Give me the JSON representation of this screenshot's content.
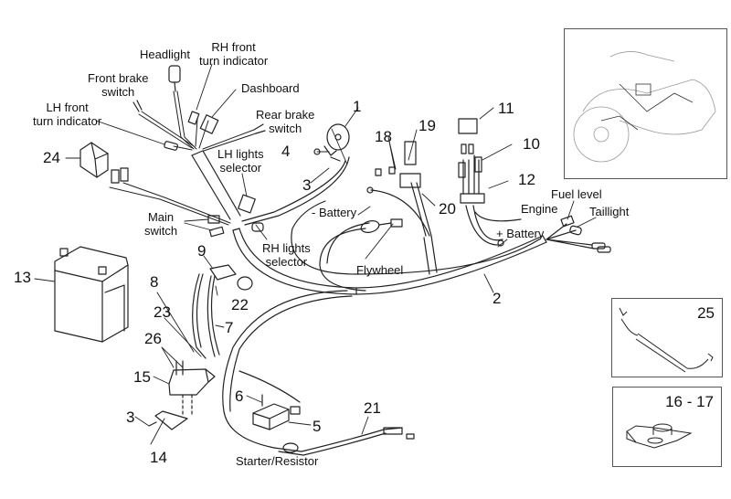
{
  "diagram": {
    "title": "Electrical system wiring harness - exploded parts view",
    "labels": {
      "headlight": "Headlight",
      "rh_front_turn": "RH front\nturn indicator",
      "front_brake": "Front brake\nswitch",
      "dashboard": "Dashboard",
      "lh_front_turn": "LH front\nturn indicator",
      "rear_brake": "Rear brake\nswitch",
      "lh_lights": "LH lights\nselector",
      "main_switch": "Main\nswitch",
      "rh_lights": "RH lights\nselector",
      "minus_battery": "- Battery",
      "flywheel": "Flywheel",
      "engine": "Engine",
      "plus_battery": "+ Battery",
      "fuel_level": "Fuel level",
      "taillight": "Taillight",
      "starter_resistor": "Starter/Resistor"
    },
    "part_numbers": {
      "p1": "1",
      "p2": "2",
      "p3a": "3",
      "p3b": "3",
      "p4": "4",
      "p5": "5",
      "p6": "6",
      "p7": "7",
      "p8": "8",
      "p9": "9",
      "p10": "10",
      "p11": "11",
      "p12": "12",
      "p13": "13",
      "p14": "14",
      "p15": "15",
      "p18": "18",
      "p19": "19",
      "p20": "20",
      "p21": "21",
      "p22": "22",
      "p23": "23",
      "p24": "24",
      "p26": "26"
    },
    "insets": {
      "overview": {
        "caption": ""
      },
      "part25": {
        "number": "25"
      },
      "part16_17": {
        "number": "16 - 17"
      }
    }
  }
}
